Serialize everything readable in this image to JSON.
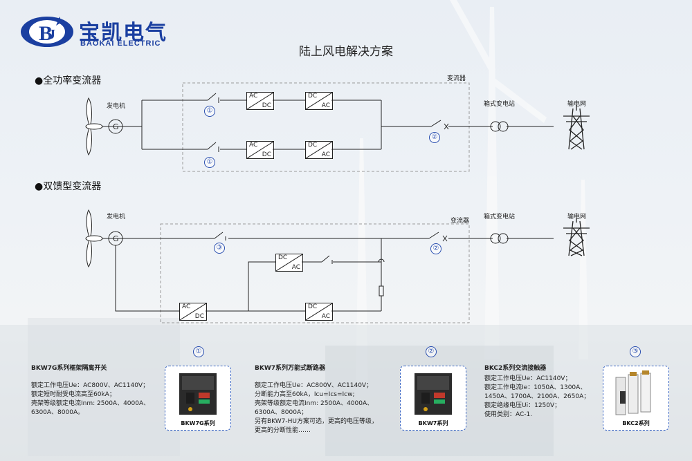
{
  "header": {
    "logo_cn": "宝凯电气",
    "logo_en": "BAOKAI ELECTRIC",
    "title": "陆上风电解决方案"
  },
  "section1": {
    "title": "●全功率变流器",
    "generator_label": "发电机",
    "converter_label": "变流器",
    "substation_label": "箱式变电站",
    "grid_label": "输电网",
    "gen_symbol": "G",
    "path_a": {
      "box1_top": "AC",
      "box1_bottom": "DC",
      "box2_top": "DC",
      "box2_bottom": "AC",
      "marker": "①"
    },
    "path_b": {
      "box1_top": "AC",
      "box1_bottom": "DC",
      "box2_top": "DC",
      "box2_bottom": "AC",
      "marker": "①"
    },
    "breaker_marker": "②"
  },
  "section2": {
    "title": "●双馈型变流器",
    "generator_label": "发电机",
    "converter_label": "变流器",
    "substation_label": "箱式变电站",
    "grid_label": "输电网",
    "gen_symbol": "G",
    "contactor_marker": "③",
    "breaker_marker": "②",
    "box_upper": {
      "top": "DC",
      "bottom": "AC"
    },
    "box_lower_left": {
      "top": "AC",
      "bottom": "DC"
    },
    "box_lower_right": {
      "top": "DC",
      "bottom": "AC"
    }
  },
  "products": [
    {
      "marker": "①",
      "heading": "BKW7G系列框架隔离开关",
      "lines": [
        "额定工作电压Ue：AC800V、AC1140V；",
        "额定短时耐受电流高至60kA；",
        "壳架等级额定电流Inm: 2500A、4000A、",
        "6300A、8000A。"
      ],
      "caption": "BKW7G系列"
    },
    {
      "marker": "②",
      "heading": "BKW7系列万能式断路器",
      "lines": [
        "额定工作电压Ue：AC800V、AC1140V；",
        "分断能力高至60kA，Icu=Ics=Icw;",
        "壳架等级额定电流Inm: 2500A、4000A、",
        "6300A、8000A；",
        "另有BKW7-HU方案可选，更高的电压等级，",
        "更高的分断性能……"
      ],
      "caption": "BKW7系列"
    },
    {
      "marker": "③",
      "heading": "BKC2系列交流接触器",
      "lines": [
        "额定工作电压Ue：AC1140V；",
        "额定工作电流Ie：1050A、1300A、",
        "1450A、1700A、2100A、2650A；",
        "额定绝缘电压Ui：1250V；",
        "使用类别：AC-1."
      ],
      "caption": "BKC2系列"
    }
  ],
  "colors": {
    "brand_blue": "#1b3fa0",
    "marker_blue": "#2a4fb0",
    "dash_gray": "#9a9a9a"
  }
}
